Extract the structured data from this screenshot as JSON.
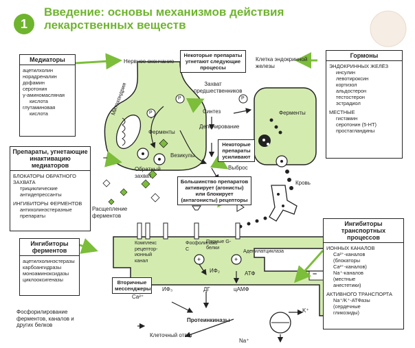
{
  "header": {
    "number": "1",
    "title_line1": "Введение: основы механизмов действия",
    "title_line2": "лекарственных веществ"
  },
  "boxes": {
    "mediators": {
      "title": "Медиаторы",
      "items": [
        "ацетилхолин",
        "норадреналин",
        "дофамин",
        "серотонин",
        "γ-аминомасляная",
        "кислота",
        "глутаминовая",
        "кислота"
      ]
    },
    "inactivation": {
      "title": "Препараты, угнетающие инактивацию медиаторов",
      "group1": "БЛОКАТОРЫ ОБРАТНОГО ЗАХВАТА",
      "group1_items": [
        "трициклические",
        "антидепрессанты"
      ],
      "group2": "ИНГИБИТОРЫ ФЕРМЕНТОВ",
      "group2_items": [
        "антихолинэстеразные",
        "препараты"
      ]
    },
    "enzyme_inhibitors": {
      "title": "Ингибиторы ферментов",
      "items": [
        "ацетилхолинэстеразы",
        "карбоангидразы",
        "моноаминоксидазы",
        "циклооксигеназы"
      ]
    },
    "hormones": {
      "title": "Гормоны",
      "group1": "ЭНДОКРИННЫХ ЖЕЛЁЗ",
      "group1_items": [
        "инсулин",
        "левотироксин",
        "кортизол",
        "альдостерон",
        "тестостерон",
        "эстрадиол"
      ],
      "group2": "МЕСТНЫЕ",
      "group2_items": [
        "гистамин",
        "серотонин (5-НТ)",
        "простагландины"
      ]
    },
    "transport": {
      "title": "Ингибиторы транспортных процессов",
      "group1": "ИОННЫХ КАНАЛОВ",
      "group1_items": [
        "Ca²⁺-каналов",
        "(блокаторы",
        "Ca²⁺-каналов)",
        "Na⁺-каналов",
        "(местные",
        "анестетики)"
      ],
      "group2": "АКТИВНОГО ТРАНСПОРТА",
      "group2_items": [
        "Na⁺/K⁺-АТФазы",
        "(сердечные",
        "гликозиды)"
      ]
    }
  },
  "notes": {
    "suppress": "Некоторые препараты угнетают следующие процессы",
    "enhance": "Некоторые препараты усиливают",
    "agonists": "Большинство препаратов активирует (агонисты) или блокирует (антагонисты) рецепторы",
    "second_messengers": "Вторичные мессенджеры"
  },
  "labels": {
    "nerve_ending": "Нервное окончание",
    "endocrine_cell": "Клетка эндокринной железы",
    "capture": "Захват предшественников",
    "synthesis": "Синтез",
    "deposition": "Депонирование",
    "release": "Выброс",
    "enzymes_left": "Ферменты",
    "enzymes_right": "Ферменты",
    "vesicles": "Везикулы",
    "mitochondrion": "Митохондрия",
    "reuptake": "Обратный захват",
    "enzyme_cleavage": "Расщепление ферментов",
    "blood": "Кровь",
    "complex": "Комплекс рецептор-ионный канал",
    "phospholipase": "Фосфолипаза C",
    "g_proteins": "Парные G-белки",
    "adenylate": "Аденилатциклаза",
    "ip2": "ИФ₂",
    "ip3": "ИФ₃",
    "dg": "ДГ",
    "camp": "цАМФ",
    "atp": "АТФ",
    "ca": "Ca²⁺",
    "protein_kinases": "Протеинкиназы",
    "cell_response": "Клеточный ответ",
    "phosphorylation": "Фосфорилирование ферментов, каналов и других белков",
    "k_ion": "K⁺",
    "na_ion": "Na⁺",
    "p": "P",
    "minus": "–"
  },
  "colors": {
    "accent_green": "#6fb42e",
    "fill_green": "#d4ebb0",
    "dark": "#222222"
  }
}
